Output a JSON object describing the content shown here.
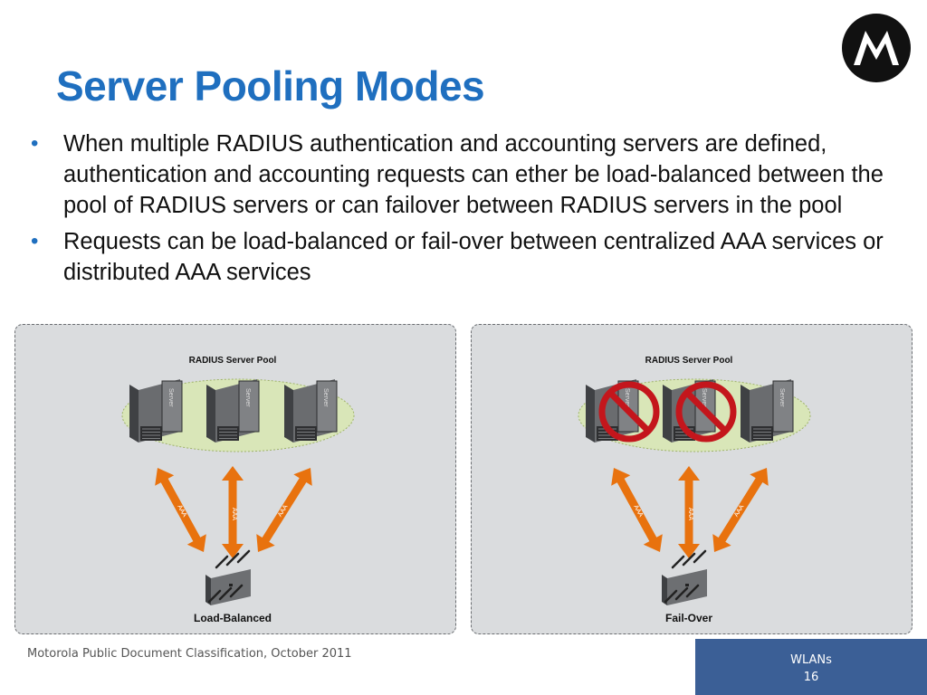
{
  "slide": {
    "title": "Server Pooling Modes",
    "bullets": [
      "When multiple RADIUS authentication and accounting servers are defined, authentication and accounting requests can ether be load-balanced between the pool of RADIUS servers or can failover between RADIUS servers in the pool",
      "Requests can be load-balanced or fail-over between centralized AAA services or distributed AAA services"
    ]
  },
  "diagrams": [
    {
      "pool_label": "RADIUS Server Pool",
      "server_label": "Server",
      "arrow_label": "AAA",
      "caption": "Load-Balanced",
      "blocked_servers": [
        false,
        false,
        false
      ]
    },
    {
      "pool_label": "RADIUS Server Pool",
      "server_label": "Server",
      "arrow_label": "AAA",
      "caption": "Fail-Over",
      "blocked_servers": [
        true,
        true,
        false
      ]
    }
  ],
  "footer": {
    "classification": "Motorola Public Document Classification, October 2011",
    "section": "WLANs",
    "page_number": "16"
  },
  "colors": {
    "title": "#1f6fbf",
    "arrow": "#e8720e",
    "pool_fill": "#d9e6b8",
    "blocked": "#c4161c",
    "badge": "#3b5f96"
  }
}
